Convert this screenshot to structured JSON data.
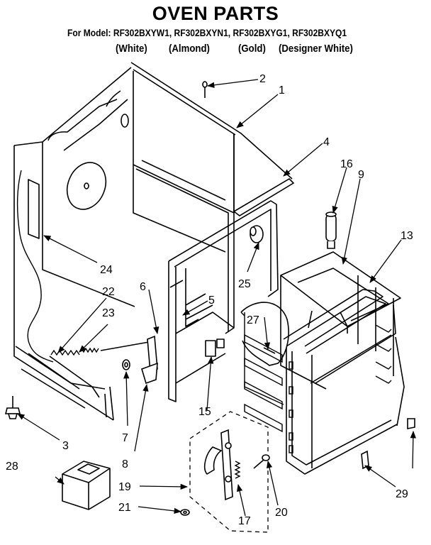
{
  "title": "OVEN PARTS",
  "subtitle": "For Model: RF302BXYW1, RF302BXYN1, RF302BXYG1, RF302BXYQ1",
  "variants": [
    "(White)",
    "(Almond)",
    "(Gold)",
    "(Designer White)"
  ],
  "callouts": [
    "1",
    "2",
    "3",
    "4",
    "5",
    "6",
    "7",
    "8",
    "9",
    "13",
    "15",
    "16",
    "17",
    "19",
    "20",
    "21",
    "22",
    "23",
    "24",
    "25",
    "27",
    "28",
    "29"
  ]
}
